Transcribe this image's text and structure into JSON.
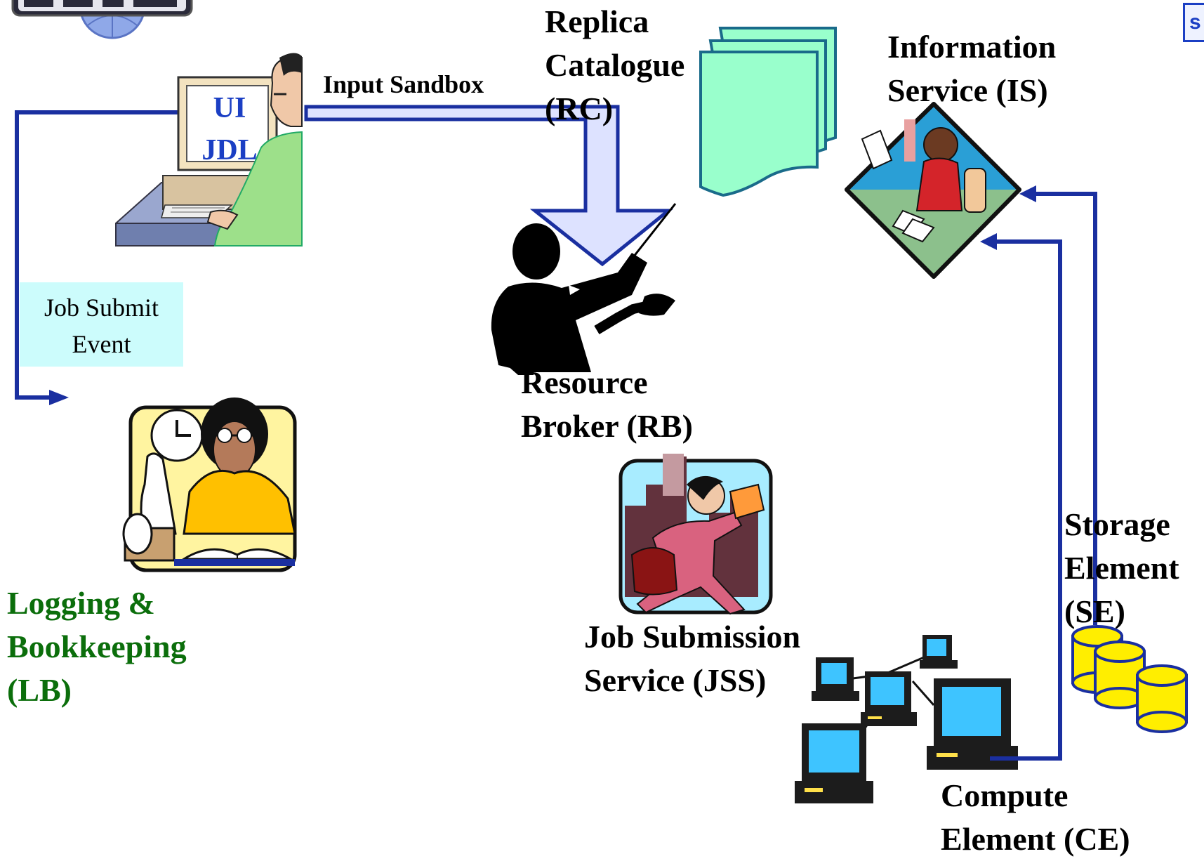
{
  "labels": {
    "replica_catalogue": [
      "Replica",
      "Catalogue",
      "(RC)"
    ],
    "information_service": [
      "Information",
      "Service (IS)"
    ],
    "input_sandbox": "Input Sandbox",
    "ui": "UI",
    "jdl": "JDL",
    "job_submit_event": [
      "Job Submit",
      "Event"
    ],
    "resource_broker": [
      "Resource",
      "Broker (RB)"
    ],
    "logging_bookkeeping": [
      "Logging &",
      "Bookkeeping",
      "(LB)"
    ],
    "job_submission_service": [
      "Job Submission",
      "Service (JSS)"
    ],
    "storage_element": [
      "Storage",
      "Element",
      "(SE)"
    ],
    "compute_element": [
      "Compute",
      "Element (CE)"
    ],
    "logo_text": "GRID",
    "corner_badge": "s"
  },
  "colors": {
    "arrow_line": "#1a2fa0",
    "sandbox_arrow_fill": "#dde2ff",
    "job_submit_box": "#ccfcfc",
    "replica_pages": "#99ffcc",
    "lb_label": "#0b6e0b",
    "ui_label": "#1b3fc4"
  },
  "icons": [
    "grid-logo-icon",
    "user-at-computer-icon",
    "replica-pages-icon",
    "information-service-icon",
    "resource-broker-icon",
    "logging-clerk-icon",
    "job-submission-runner-icon",
    "computer-network-icon",
    "storage-cylinders-icon"
  ]
}
